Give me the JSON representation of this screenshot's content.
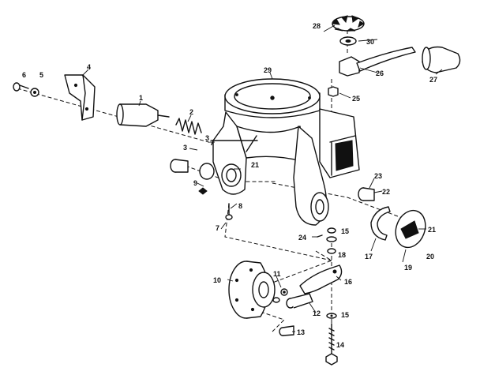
{
  "labels": [
    {
      "id": "p1",
      "text": "1"
    },
    {
      "id": "p2",
      "text": "2"
    },
    {
      "id": "p3a",
      "text": "3"
    },
    {
      "id": "p3b",
      "text": "3"
    },
    {
      "id": "p4",
      "text": "4"
    },
    {
      "id": "p5",
      "text": "5"
    },
    {
      "id": "p6",
      "text": "6"
    },
    {
      "id": "p7a",
      "text": "7"
    },
    {
      "id": "p7b",
      "text": "7"
    },
    {
      "id": "p8",
      "text": "8"
    },
    {
      "id": "p9",
      "text": "9"
    },
    {
      "id": "p10",
      "text": "10"
    },
    {
      "id": "p11",
      "text": "11"
    },
    {
      "id": "p12",
      "text": "12"
    },
    {
      "id": "p13",
      "text": "13"
    },
    {
      "id": "p14",
      "text": "14"
    },
    {
      "id": "p15a",
      "text": "15"
    },
    {
      "id": "p15b",
      "text": "15"
    },
    {
      "id": "p16",
      "text": "16"
    },
    {
      "id": "p17",
      "text": "17"
    },
    {
      "id": "p18",
      "text": "18"
    },
    {
      "id": "p19",
      "text": "19"
    },
    {
      "id": "p20",
      "text": "20"
    },
    {
      "id": "p21a",
      "text": "21"
    },
    {
      "id": "p21b",
      "text": "21"
    },
    {
      "id": "p22",
      "text": "22"
    },
    {
      "id": "p23",
      "text": "23"
    },
    {
      "id": "p24",
      "text": "24"
    },
    {
      "id": "p25",
      "text": "25"
    },
    {
      "id": "p26",
      "text": "26"
    },
    {
      "id": "p27",
      "text": "27"
    },
    {
      "id": "p28",
      "text": "28"
    },
    {
      "id": "p29",
      "text": "29"
    },
    {
      "id": "p30",
      "text": "30"
    }
  ]
}
